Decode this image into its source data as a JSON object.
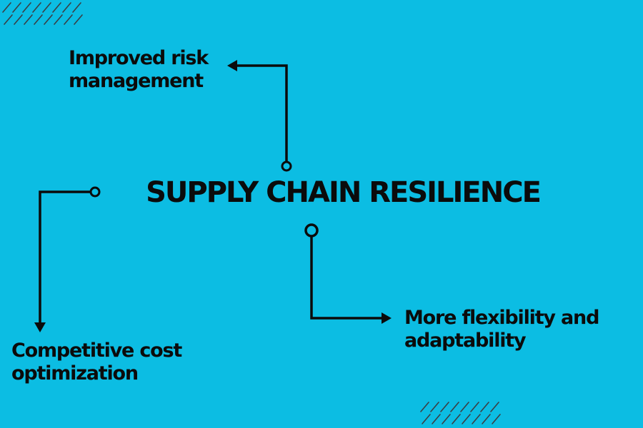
{
  "colors": {
    "background": "#0cbde3",
    "ink": "#0b0b0b",
    "hatch": "#3a3f44"
  },
  "diagram": {
    "title": "SUPPLY CHAIN RESILIENCE",
    "benefits": [
      {
        "line1": "Improved risk",
        "line2": "management"
      },
      {
        "line1": "Competitive cost",
        "line2": "optimization"
      },
      {
        "line1": "More flexibility and",
        "line2": "adaptability"
      }
    ]
  }
}
